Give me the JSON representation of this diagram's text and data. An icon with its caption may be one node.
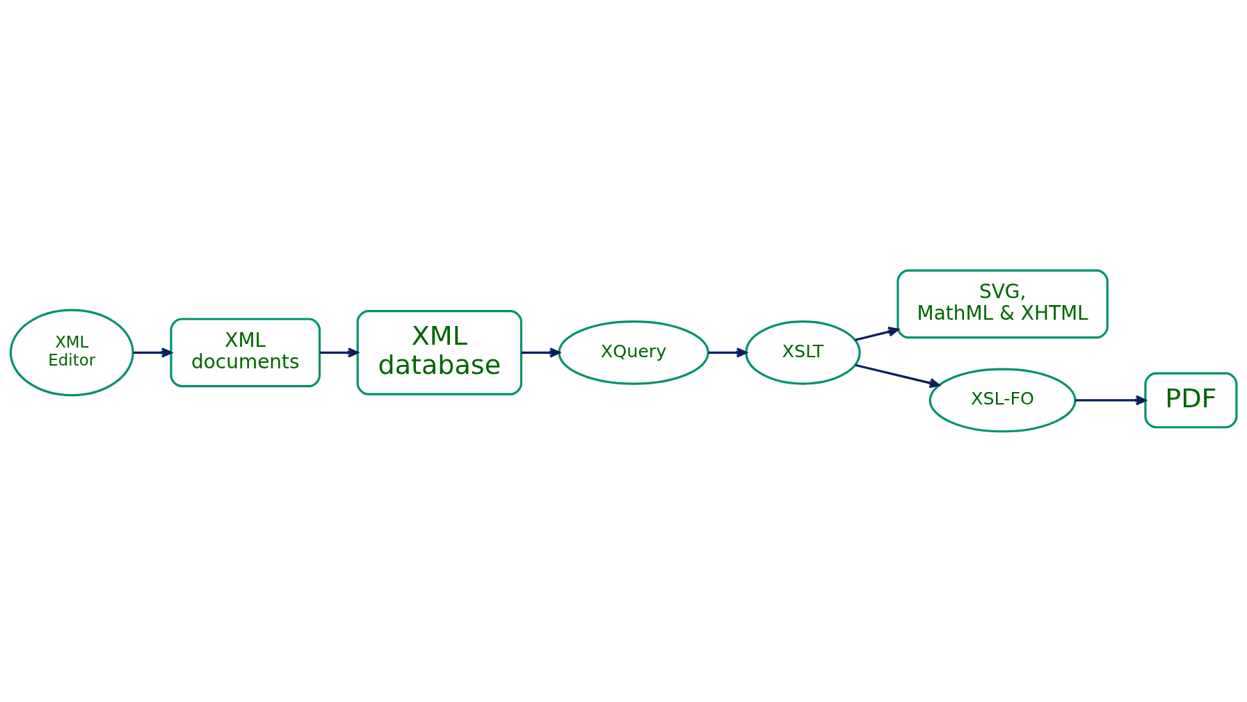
{
  "diagram": {
    "nodes": [
      {
        "text": [
          "XML Editor"
        ]
      },
      {
        "text": [
          "XML database"
        ]
      },
      {
        "text": [
          "XML documents"
        ]
      },
      {
        "text": [
          "SVG, MathML & XHTML"
        ]
      },
      {
        "text": [
          "XQuery"
        ]
      },
      {
        "text": [
          "XSLT"
        ]
      },
      {
        "text": [
          "PDF"
        ]
      },
      {
        "text": [
          "XSL-FO"
        ]
      }
    ],
    "edges": [
      {
        "from": 0,
        "to": 2,
        "arrow": "to"
      },
      {
        "from": 2,
        "to": 1,
        "arrow": "to"
      },
      {
        "from": 1,
        "to": 4,
        "arrow": "to"
      },
      {
        "from": 4,
        "to": 5,
        "arrow": "to"
      },
      {
        "from": 5,
        "to": 3,
        "arrow": "to"
      },
      {
        "from": 5,
        "to": 7,
        "arrow": "to"
      },
      {
        "from": 7,
        "to": 6,
        "arrow": "to"
      }
    ]
  }
}
